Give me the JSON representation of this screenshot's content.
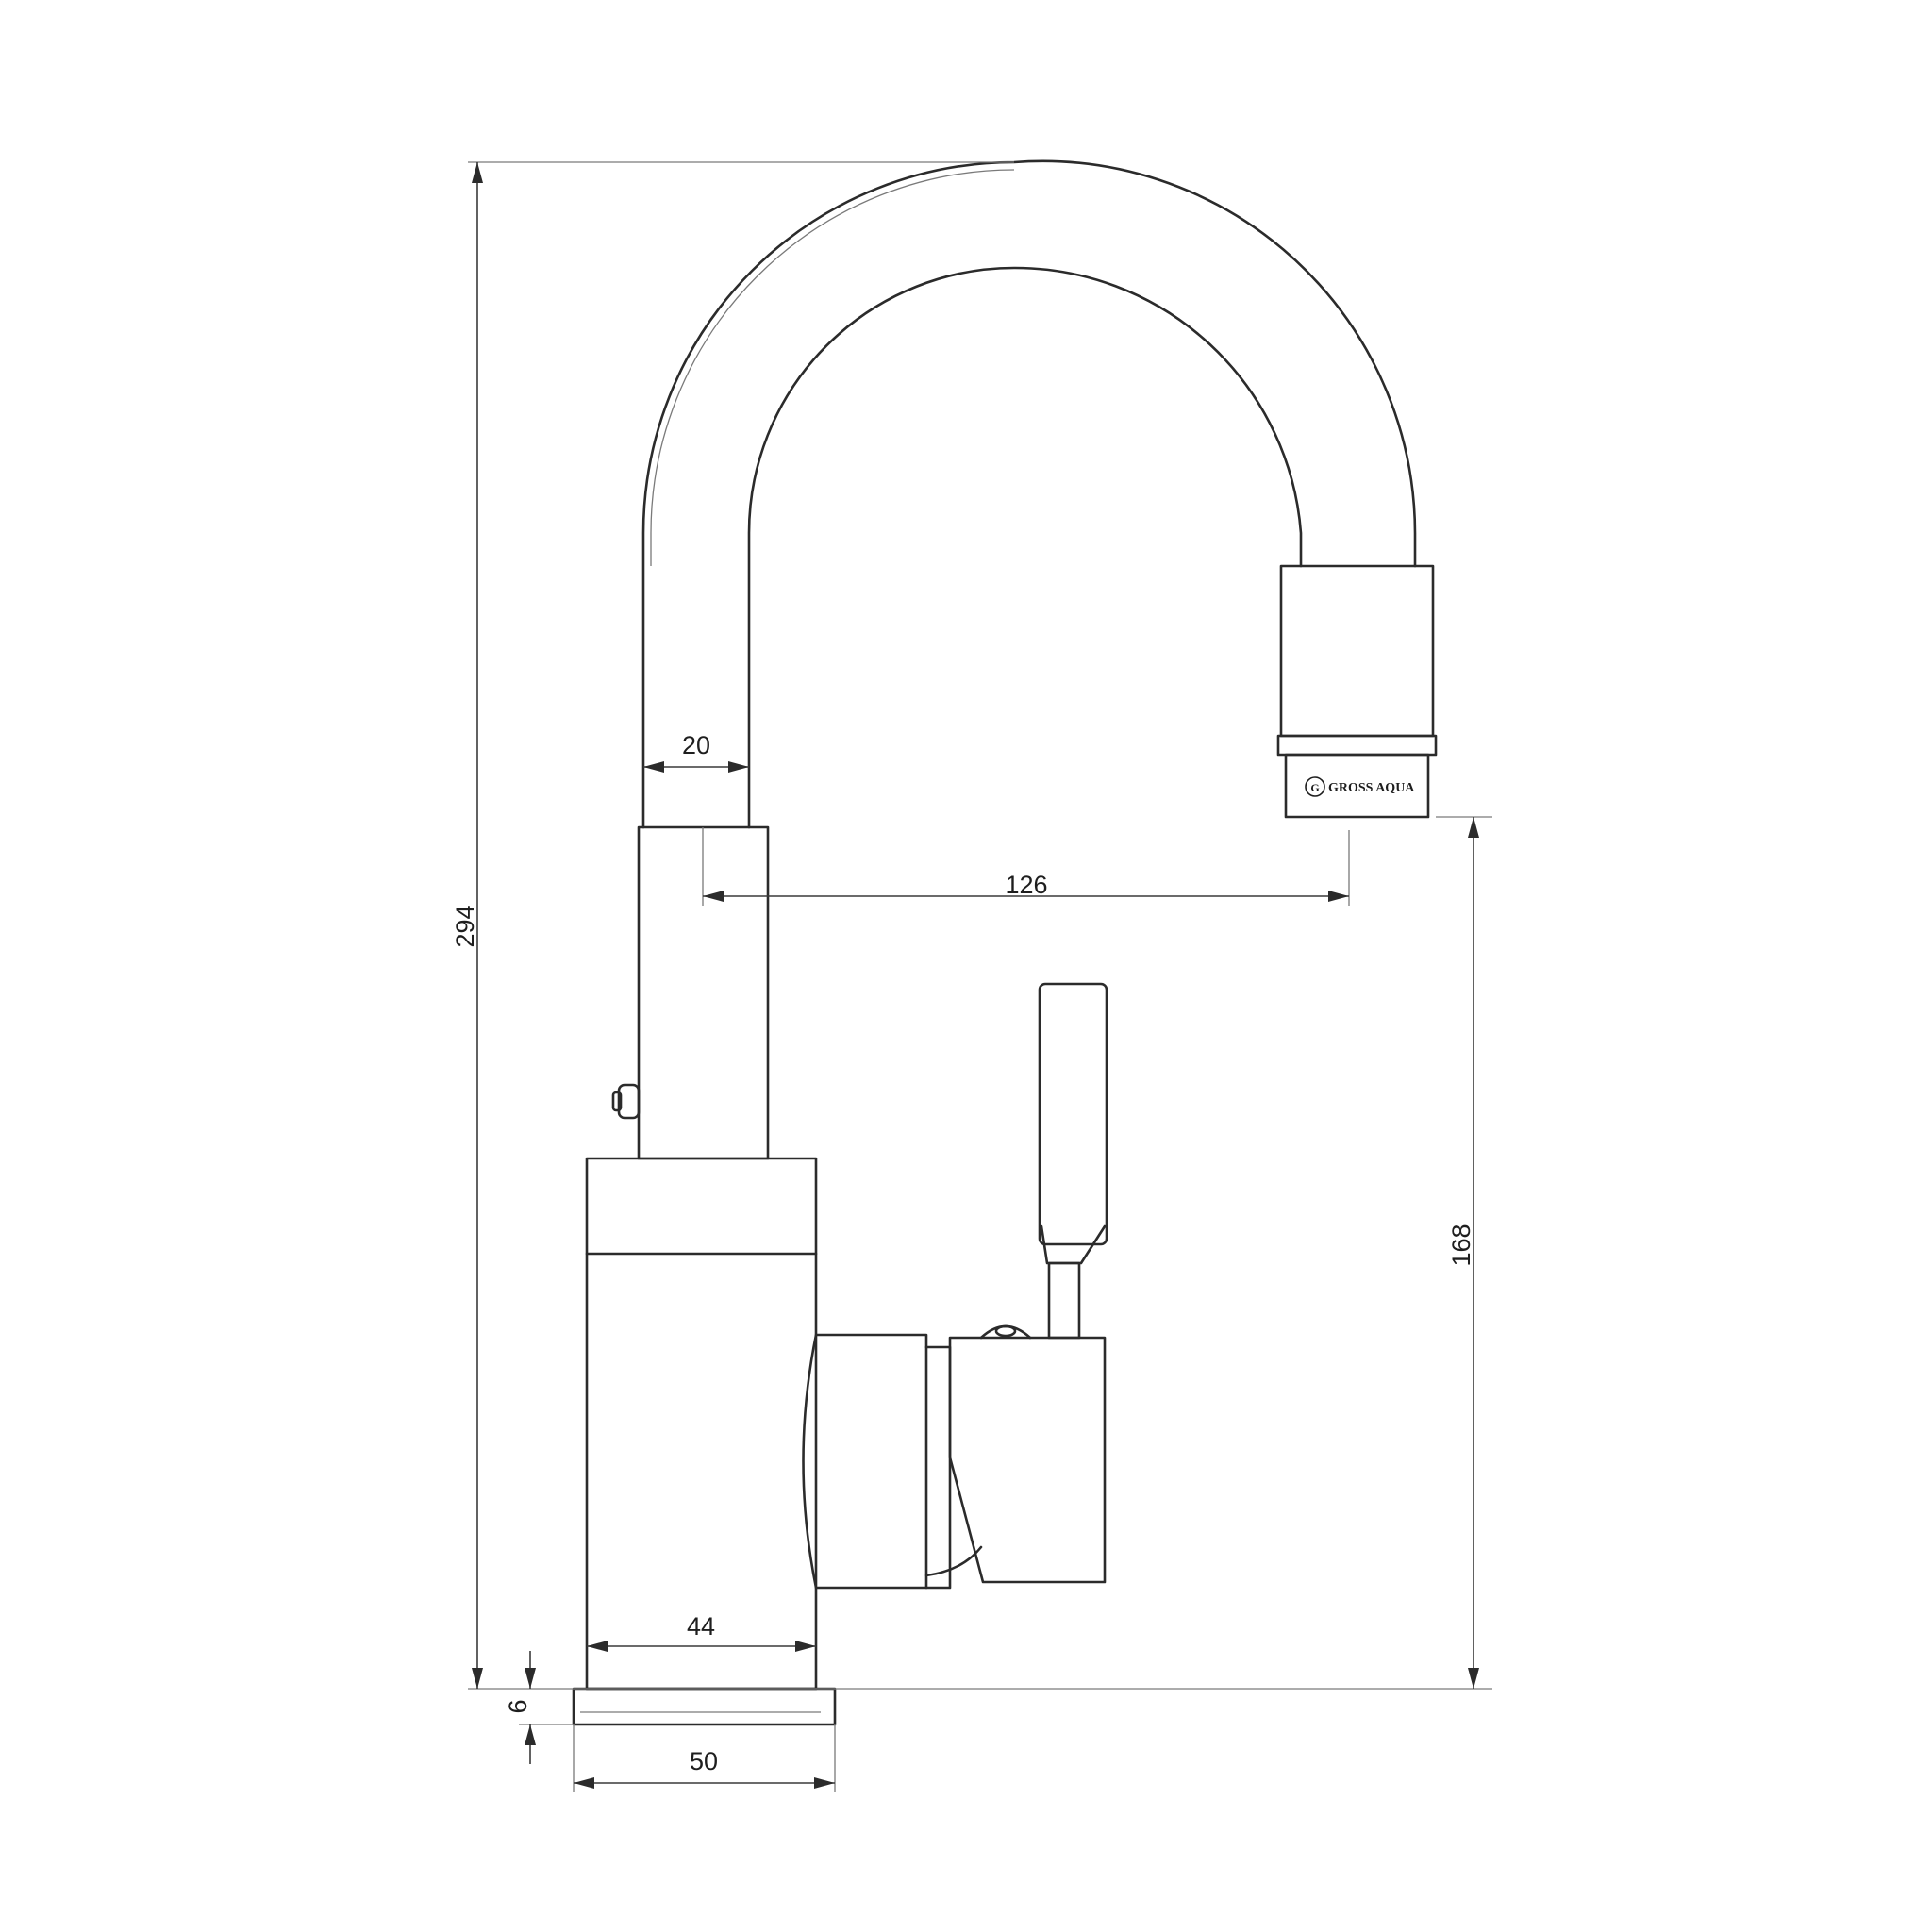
{
  "dimensions": {
    "total_height": "294",
    "spout_reach": "126",
    "spout_height": "168",
    "tube_diameter": "20",
    "body_width": "44",
    "base_width": "50",
    "base_thickness": "6"
  },
  "aerator_logo_text": "GROSS AQUA"
}
